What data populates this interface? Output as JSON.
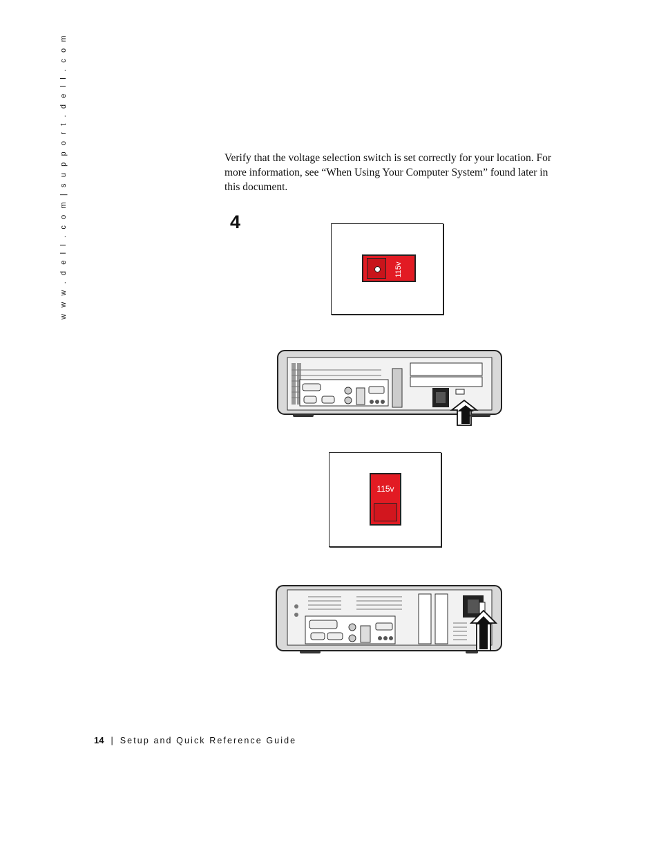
{
  "sidebar": {
    "url_text": "w w w . d e l l . c o m   |   s u p p o r t . d e l l . c o m"
  },
  "body": {
    "paragraph": "Verify that the voltage selection switch is set correctly for your location. For more information, see “When Using Your Computer System” found later in this document."
  },
  "step": {
    "number": "4"
  },
  "figures": {
    "switch_horizontal_label": "115v",
    "switch_vertical_label": "115v",
    "switch_color": "#e21b23"
  },
  "footer": {
    "page_number": "14",
    "separator": "|",
    "guide_title": "Setup and Quick Reference Guide"
  }
}
